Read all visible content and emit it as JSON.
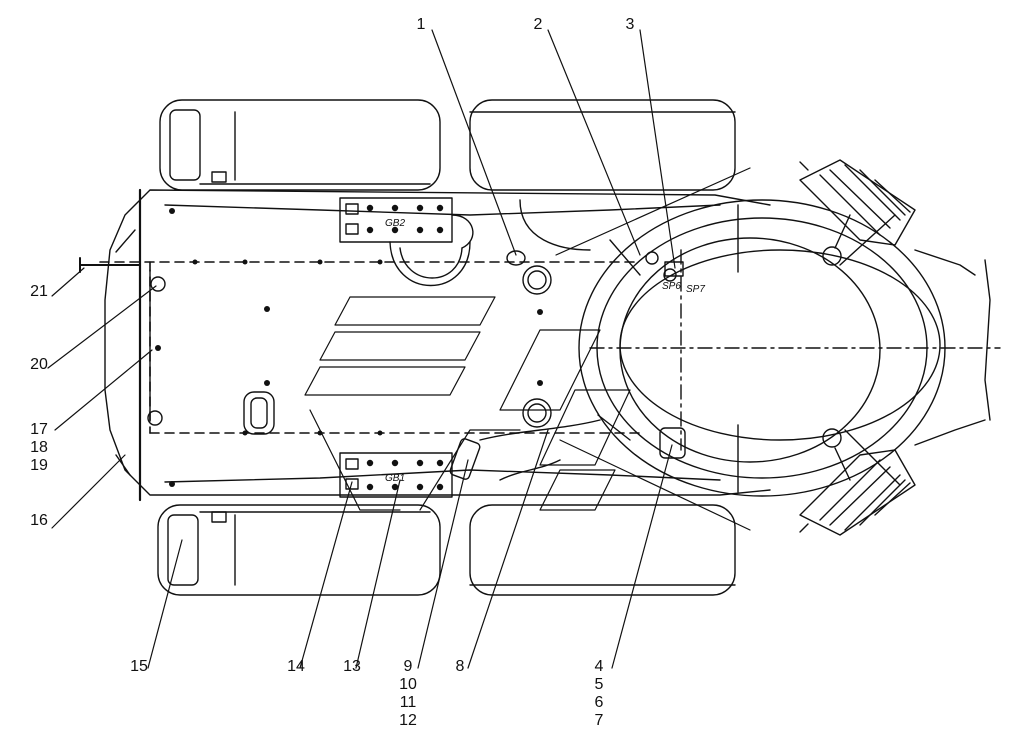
{
  "diagram": {
    "callouts": {
      "c1": "1",
      "c2": "2",
      "c3": "3",
      "c4": [
        "4",
        "5",
        "6",
        "7"
      ],
      "c8": "8",
      "c9": [
        "9",
        "10",
        "11",
        "12"
      ],
      "c13": "13",
      "c14": "14",
      "c15": "15",
      "c16": "16",
      "c17": [
        "17",
        "18",
        "19"
      ],
      "c20": "20",
      "c21": "21"
    },
    "markings": {
      "battery_top": "GB2",
      "battery_bottom": "GB1",
      "switch_a": "SP6",
      "switch_b": "SP7"
    }
  }
}
